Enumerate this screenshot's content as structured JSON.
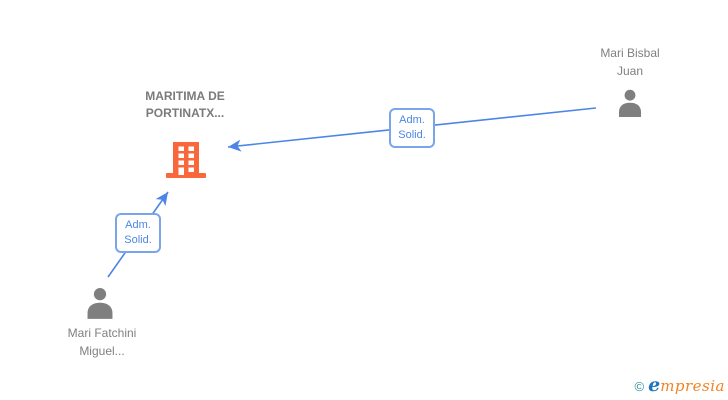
{
  "diagram": {
    "nodes": {
      "company": {
        "label": "MARITIMA DE PORTINATX...",
        "icon": "building-icon",
        "icon_color": "#f9683d",
        "label_color": "#7a7a7a"
      },
      "person_top": {
        "label": "Mari Bisbal Juan",
        "icon": "person-icon",
        "icon_color": "#7f7f7f",
        "label_color": "#808080"
      },
      "person_bottom": {
        "label": "Mari Fatchini Miguel...",
        "icon": "person-icon",
        "icon_color": "#7f7f7f",
        "label_color": "#808080"
      }
    },
    "edges": [
      {
        "label": "Adm. Solid.",
        "from": "person_top",
        "to": "company",
        "color": "#4c85e6"
      },
      {
        "label": "Adm. Solid.",
        "from": "person_bottom",
        "to": "company",
        "color": "#4c85e6"
      }
    ]
  },
  "watermark": {
    "copyright_symbol": "©",
    "brand_initial": "e",
    "brand_rest": "mpresia",
    "copyright_color": "#2e8f9c",
    "initial_color": "#1c75be",
    "rest_color": "#f58220"
  }
}
